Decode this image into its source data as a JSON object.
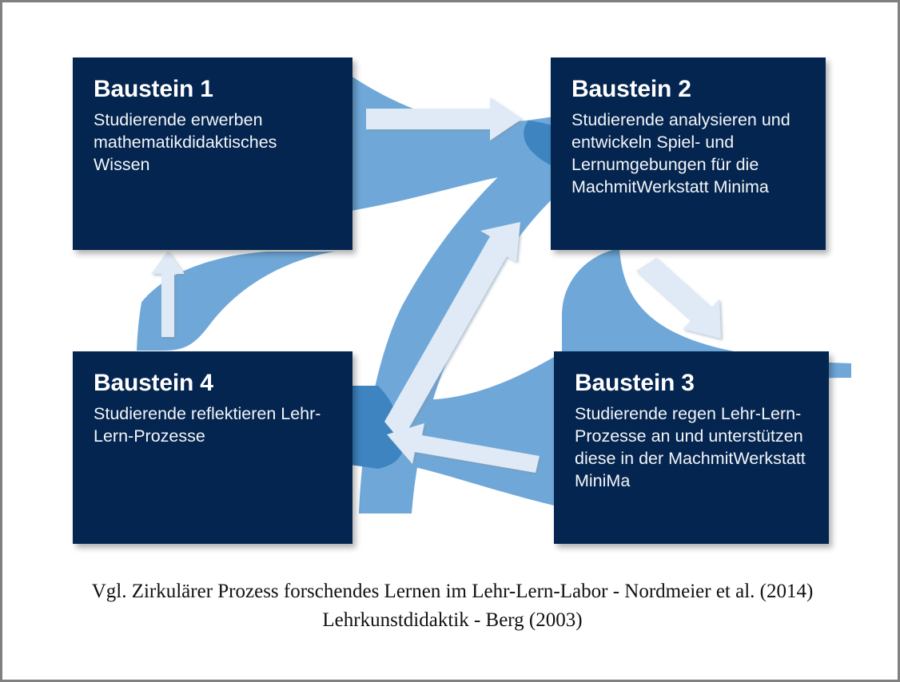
{
  "diagram": {
    "title_hidden": "",
    "colors": {
      "block_fill": "#04254f",
      "band": "#6fa8d8",
      "band_overlap": "#3d84c0",
      "arrow": "#dfeaf6",
      "frame": "#808080",
      "background": "#ffffff"
    },
    "blocks": [
      {
        "id": "baustein-1",
        "title": "Baustein 1",
        "body": "Studierende erwerben mathematikdidaktisches Wissen"
      },
      {
        "id": "baustein-2",
        "title": "Baustein 2",
        "body": "Studierende analysieren und entwickeln Spiel- und Lernumgebungen für die MachmitWerkstatt Minima"
      },
      {
        "id": "baustein-3",
        "title": "Baustein 3",
        "body": "Studierende regen Lehr-Lern-Prozesse an und unterstützen diese in der MachmitWerkstatt MiniMa"
      },
      {
        "id": "baustein-4",
        "title": "Baustein 4",
        "body": "Studierende reflektieren Lehr-Lern-Prozesse"
      }
    ],
    "arrows": [
      {
        "id": "arrow-1-to-2",
        "from": "Baustein 1",
        "to": "Baustein 2",
        "direction": "right"
      },
      {
        "id": "arrow-2-to-3",
        "from": "Baustein 2",
        "to": "Baustein 3",
        "direction": "down-right"
      },
      {
        "id": "arrow-3-to-4",
        "from": "Baustein 3",
        "to": "Baustein 4",
        "direction": "left"
      },
      {
        "id": "arrow-4-to-1",
        "from": "Baustein 4",
        "to": "Baustein 1",
        "direction": "up"
      },
      {
        "id": "arrow-4-to-2",
        "from": "Baustein 4",
        "to": "Baustein 2",
        "direction": "up-right"
      }
    ]
  },
  "caption": {
    "line1": "Vgl.  Zirkulärer Prozess forschendes Lernen im Lehr-Lern-Labor - Nordmeier et al. (2014)",
    "line2": "Lehrkunstdidaktik - Berg (2003)"
  }
}
